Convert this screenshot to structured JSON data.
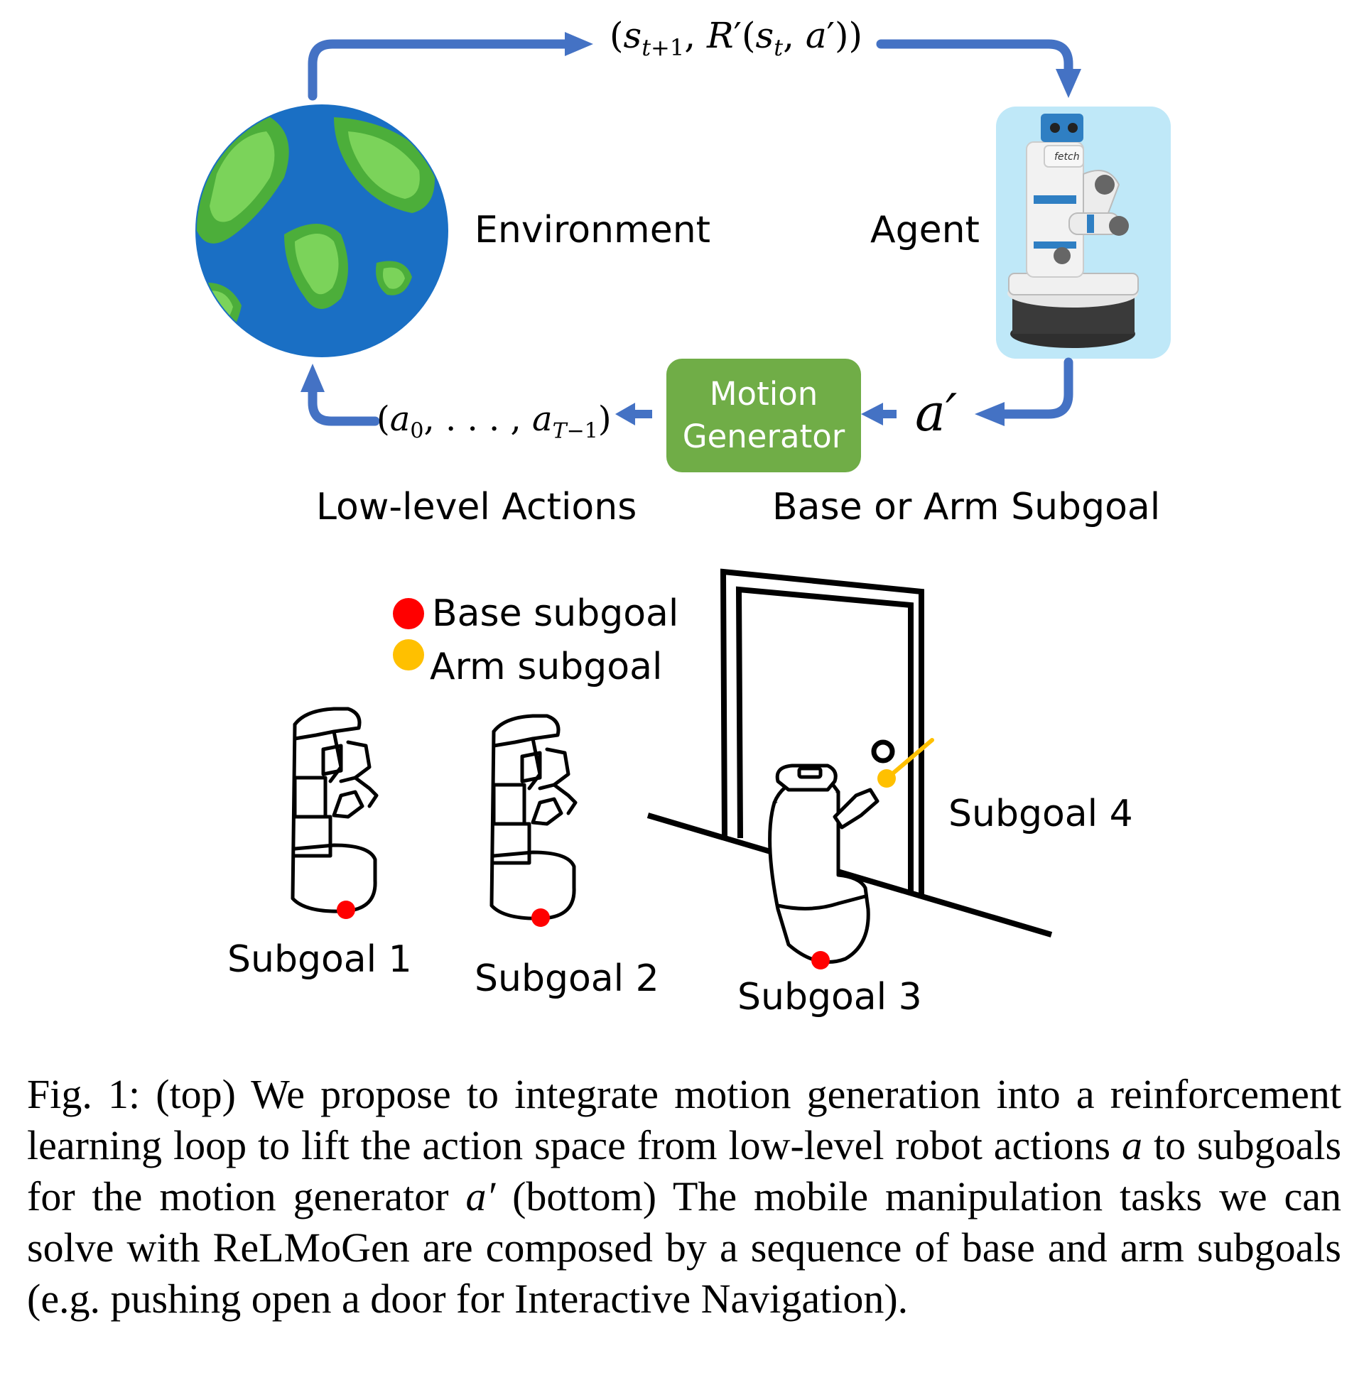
{
  "diagram": {
    "loop": {
      "observation_label": "(s_{t+1}, R'(s_t, a'))",
      "environment_label": "Environment",
      "agent_label": "Agent",
      "motion_generator": {
        "line1": "Motion",
        "line2": "Generator"
      },
      "low_level_actions_math": "(a_0, ..., a_{T-1})",
      "subgoal_action_math": "a'",
      "low_level_actions_label": "Low-level Actions",
      "subgoal_label": "Base or Arm Subgoal",
      "robot_head_text": "fetch"
    },
    "legend": {
      "base_label": "Base subgoal",
      "arm_label": "Arm subgoal"
    },
    "subgoals": [
      "Subgoal 1",
      "Subgoal 2",
      "Subgoal 3",
      "Subgoal 4"
    ],
    "colors": {
      "arrow": "#4472c4",
      "motion_generator": "#70ad47",
      "agent_background": "#bfe8f8",
      "base_subgoal": "#ff0000",
      "arm_subgoal": "#ffc000",
      "ocean": "#1a6fc4",
      "land": "#63c94a"
    }
  },
  "caption": {
    "prefix": "Fig. 1: (top) We propose to integrate motion generation into a reinforcement learning loop to lift the action space from low-level robot actions",
    "math_a": "a",
    "middle": "to subgoals for the motion generator",
    "math_a_prime": "a′",
    "suffix": "(bottom) The mobile manipulation tasks we can solve with ReLMoGen are composed by a sequence of base and arm subgoals (e.g. pushing open a door for Interactive Navigation)."
  }
}
